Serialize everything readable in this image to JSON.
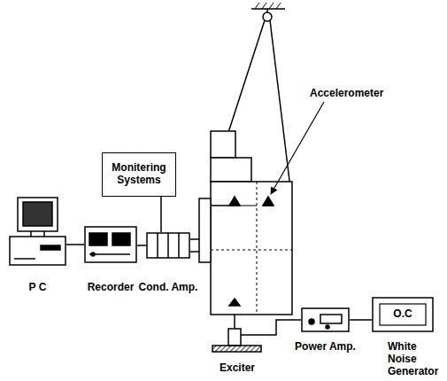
{
  "diagram": {
    "nodes": [
      {
        "text": [
          "P C"
        ]
      },
      {
        "text": [
          "Recorder"
        ]
      },
      {
        "text": [
          "Monitering Systems"
        ]
      },
      {
        "text": [
          "Cond. Amp."
        ]
      },
      {
        "text": [
          "Power Amp."
        ]
      },
      {
        "text": [
          "O.C",
          "White Noise Generator"
        ]
      }
    ],
    "edges": [
      {
        "from": 0,
        "to": 1,
        "arrow": "none"
      },
      {
        "from": 1,
        "to": 3,
        "arrow": "none"
      },
      {
        "from": 2,
        "to": 3,
        "arrow": "none"
      },
      {
        "from": 4,
        "to": 5,
        "arrow": "none"
      }
    ],
    "labels": [
      "Accelerometer",
      "Exciter"
    ]
  }
}
